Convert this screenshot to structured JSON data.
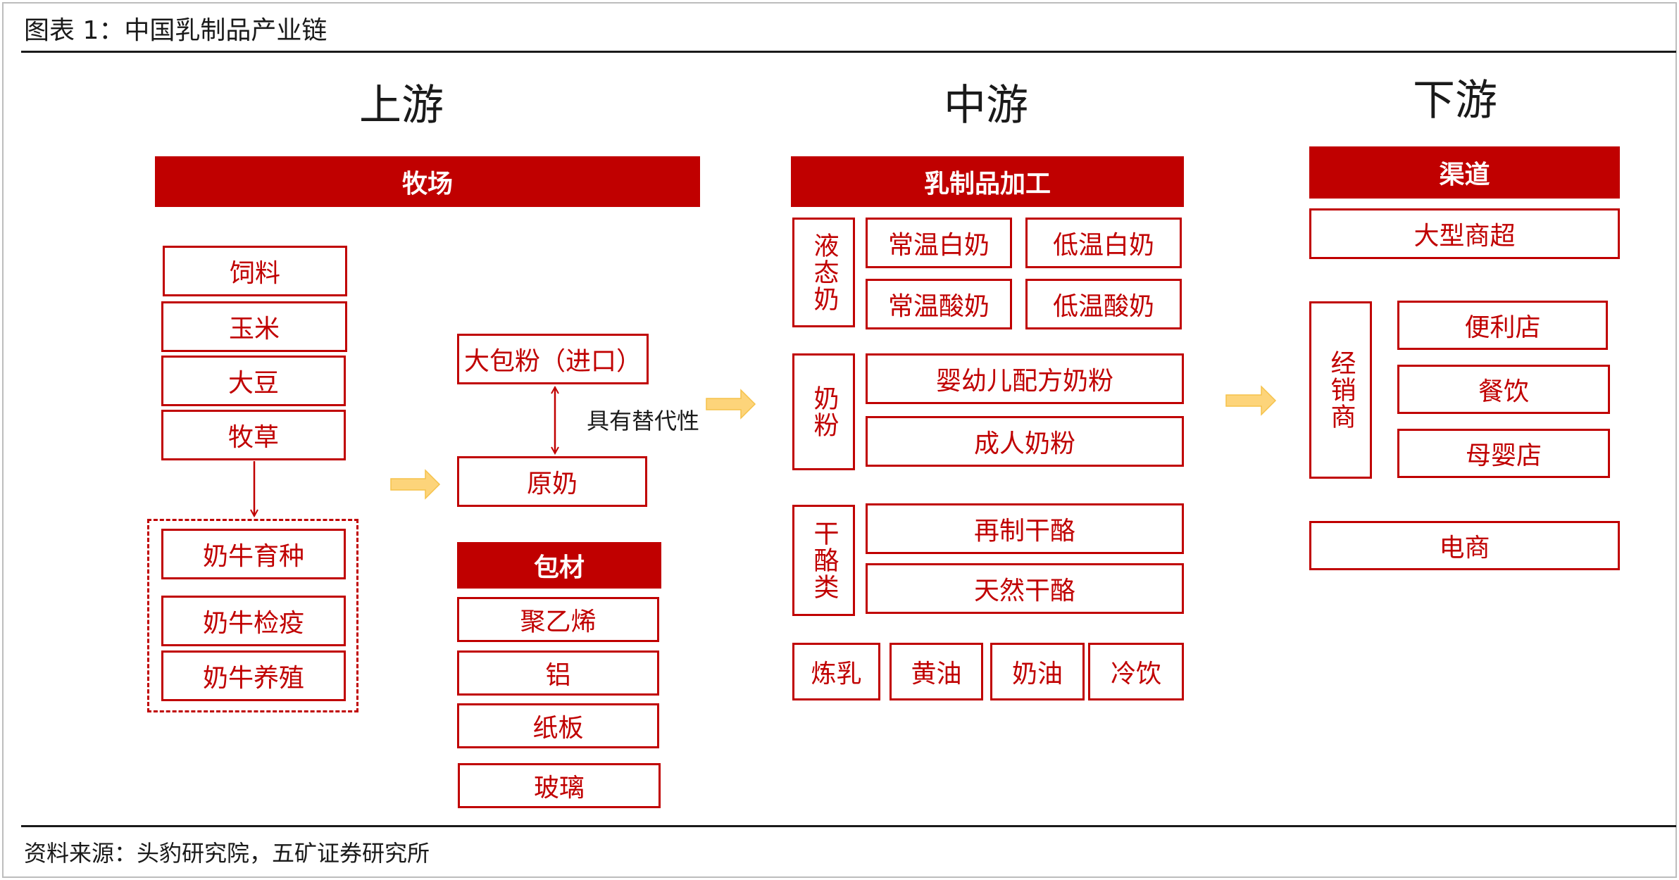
{
  "caption": "图表 1：中国乳制品产业链",
  "source": "资料来源：头豹研究院，五矿证券研究所",
  "colors": {
    "accent": "#c00000",
    "arrow": "#fdd47a",
    "arrow_stroke": "#f5c24a",
    "text": "#1a1a1a"
  },
  "upstream": {
    "title": "上游",
    "header": "牧场",
    "feed_items": [
      "饲料",
      "玉米",
      "大豆",
      "牧草"
    ],
    "cattle_items": [
      "奶牛育种",
      "奶牛检疫",
      "奶牛养殖"
    ],
    "powder": "大包粉（进口）",
    "raw_milk": "原奶",
    "substitute_note": "具有替代性",
    "packaging": {
      "header": "包材",
      "items": [
        "聚乙烯",
        "铝",
        "纸板",
        "玻璃"
      ]
    }
  },
  "midstream": {
    "title": "中游",
    "header": "乳制品加工",
    "liquid_milk": {
      "label": "液态奶",
      "items": [
        "常温白奶",
        "低温白奶",
        "常温酸奶",
        "低温酸奶"
      ]
    },
    "milk_powder": {
      "label": "奶粉",
      "items": [
        "婴幼儿配方奶粉",
        "成人奶粉"
      ]
    },
    "cheese": {
      "label": "干酪类",
      "items": [
        "再制干酪",
        "天然干酪"
      ]
    },
    "others": [
      "炼乳",
      "黄油",
      "奶油",
      "冷饮"
    ]
  },
  "downstream": {
    "title": "下游",
    "header": "渠道",
    "supermarket": "大型商超",
    "distributor": {
      "label": "经销商",
      "items": [
        "便利店",
        "餐饮",
        "母婴店"
      ]
    },
    "ecommerce": "电商"
  }
}
